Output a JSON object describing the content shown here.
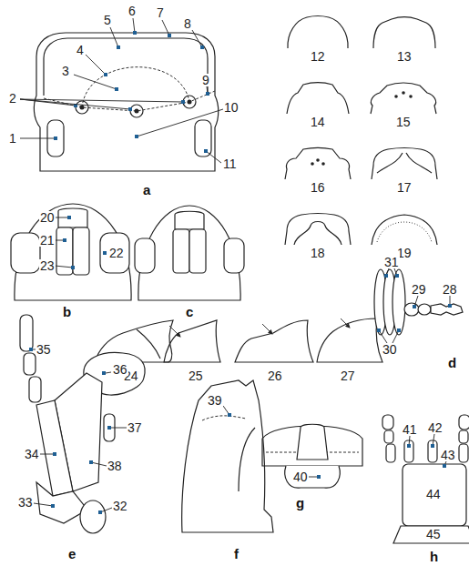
{
  "diagram": {
    "labels": [
      "1",
      "2",
      "3",
      "4",
      "5",
      "6",
      "7",
      "8",
      "9",
      "10",
      "11",
      "12",
      "13",
      "14",
      "15",
      "16",
      "17",
      "18",
      "19",
      "20",
      "21",
      "22",
      "23",
      "24",
      "25",
      "26",
      "27",
      "28",
      "29",
      "30",
      "31",
      "32",
      "33",
      "34",
      "35",
      "36",
      "37",
      "38",
      "39",
      "40",
      "41",
      "42",
      "43",
      "44",
      "45",
      "a",
      "b",
      "c",
      "d",
      "e",
      "f",
      "g",
      "h"
    ]
  }
}
